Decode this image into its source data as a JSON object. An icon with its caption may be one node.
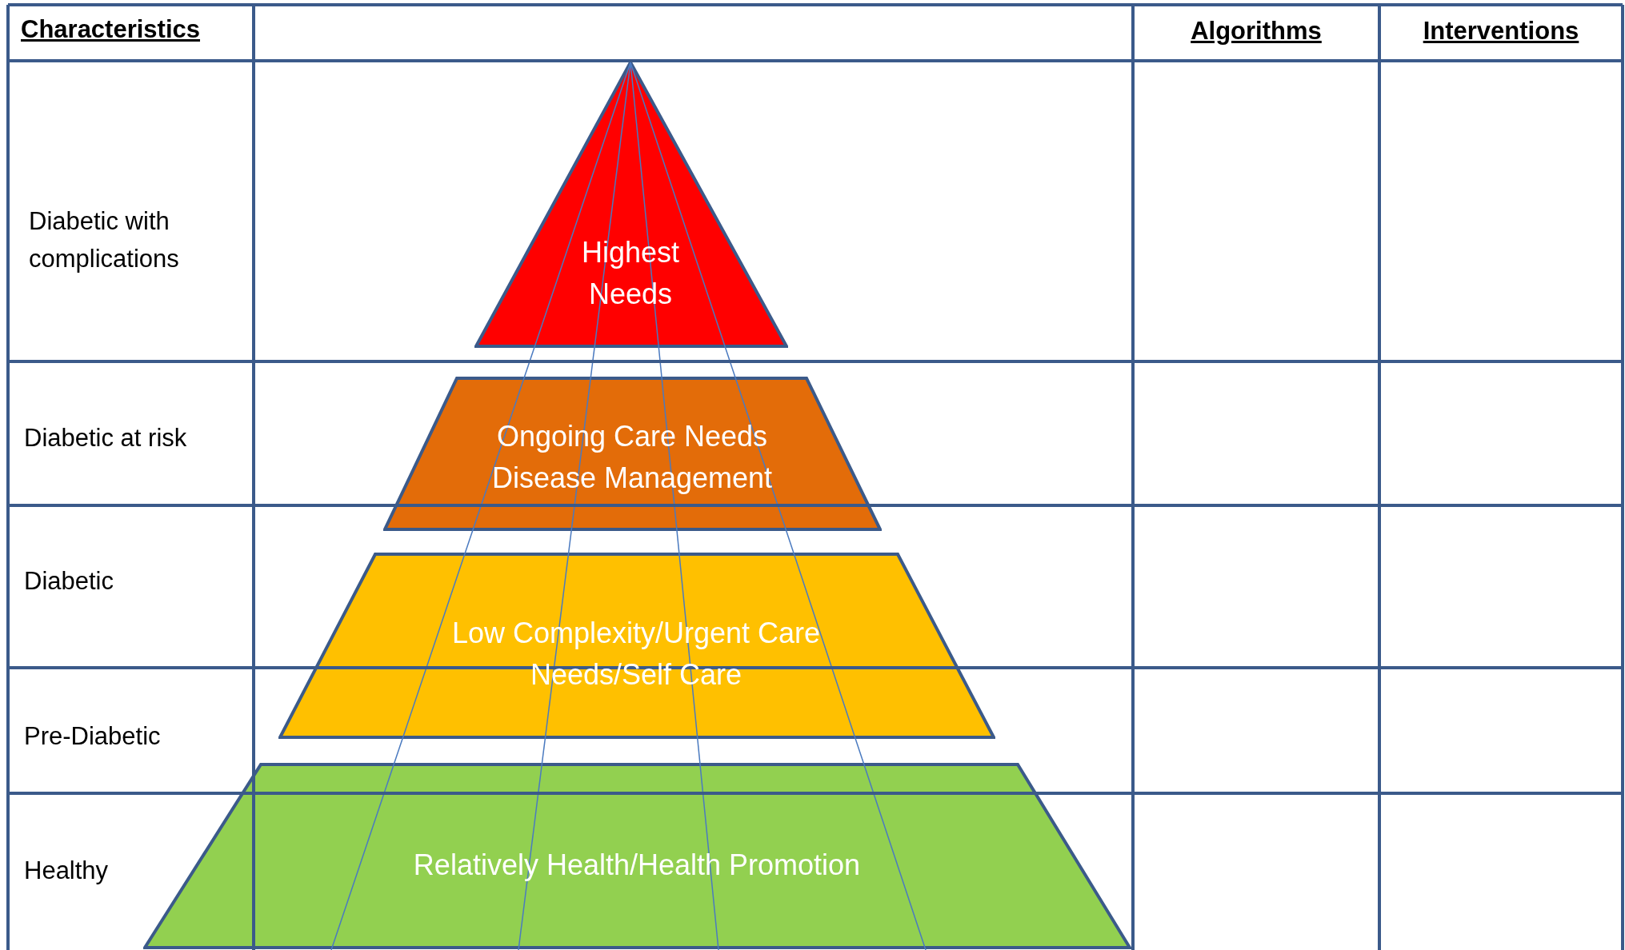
{
  "diagram": {
    "nodes": [
      {
        "text": [
          "Highest Needs"
        ]
      },
      {
        "text": [
          "Ongoing Care Needs Disease Management"
        ]
      },
      {
        "text": [
          "Low Complexity/Urgent Care Needs/Self Care"
        ]
      },
      {
        "text": [
          "Relatively Health/Health Promotion"
        ]
      }
    ],
    "labels": [
      "Characteristics",
      "Algorithms",
      "Interventions",
      "Diabetic with complications",
      "Diabetic at risk",
      "Diabetic",
      "Pre-Diabetic",
      "Healthy"
    ]
  }
}
